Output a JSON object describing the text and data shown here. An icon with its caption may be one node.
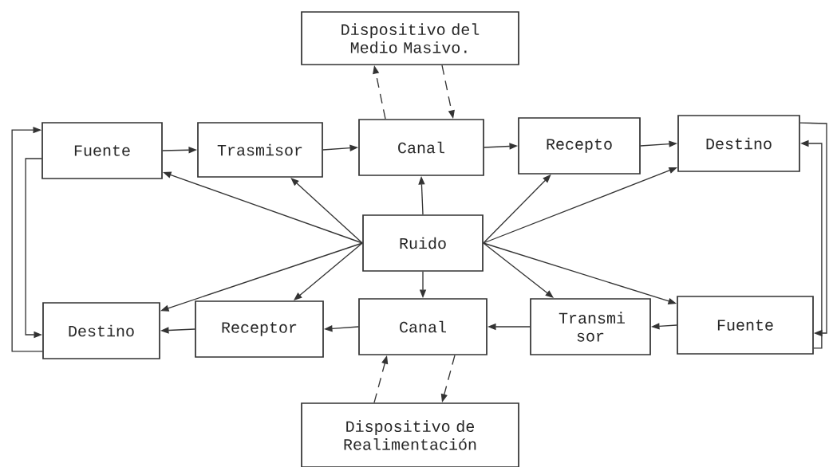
{
  "diagram": {
    "nodes": [
      {
        "text": [
          "Dispositivo del Medio Masivo."
        ]
      },
      {
        "text": [
          "Fuente"
        ]
      },
      {
        "text": [
          "Trasmisor"
        ]
      },
      {
        "text": [
          "Canal"
        ]
      },
      {
        "text": [
          "Recepto"
        ]
      },
      {
        "text": [
          "Destino"
        ]
      },
      {
        "text": [
          "Ruido"
        ]
      },
      {
        "text": [
          "Destino"
        ]
      },
      {
        "text": [
          "Receptor"
        ]
      },
      {
        "text": [
          "Canal"
        ]
      },
      {
        "text": [
          "Transmi sor"
        ]
      },
      {
        "text": [
          "Fuente"
        ]
      },
      {
        "text": [
          "Dispositivo de Realimentación"
        ]
      }
    ],
    "edges": [
      {
        "from": 1,
        "to": 2,
        "arrow": "to"
      },
      {
        "from": 2,
        "to": 3,
        "arrow": "to"
      },
      {
        "from": 3,
        "to": 4,
        "arrow": "to"
      },
      {
        "from": 4,
        "to": 5,
        "arrow": "to"
      },
      {
        "from": 3,
        "to": 0,
        "arrow": "to",
        "style": "dashed"
      },
      {
        "from": 0,
        "to": 3,
        "arrow": "to",
        "style": "dashed"
      },
      {
        "from": 6,
        "to": 1,
        "arrow": "to"
      },
      {
        "from": 6,
        "to": 2,
        "arrow": "to"
      },
      {
        "from": 6,
        "to": 3,
        "arrow": "to"
      },
      {
        "from": 6,
        "to": 4,
        "arrow": "to"
      },
      {
        "from": 6,
        "to": 5,
        "arrow": "to"
      },
      {
        "from": 6,
        "to": 7,
        "arrow": "to"
      },
      {
        "from": 6,
        "to": 8,
        "arrow": "to"
      },
      {
        "from": 6,
        "to": 9,
        "arrow": "to"
      },
      {
        "from": 6,
        "to": 10,
        "arrow": "to"
      },
      {
        "from": 6,
        "to": 11,
        "arrow": "to"
      },
      {
        "from": 11,
        "to": 10,
        "arrow": "to"
      },
      {
        "from": 10,
        "to": 9,
        "arrow": "to"
      },
      {
        "from": 9,
        "to": 8,
        "arrow": "to"
      },
      {
        "from": 8,
        "to": 7,
        "arrow": "to"
      },
      {
        "from": 7,
        "to": 1,
        "arrow": "to"
      },
      {
        "from": 1,
        "to": 7,
        "arrow": "to"
      },
      {
        "from": 5,
        "to": 11,
        "arrow": "to"
      },
      {
        "from": 11,
        "to": 5,
        "arrow": "to"
      },
      {
        "from": 12,
        "to": 9,
        "arrow": "to",
        "style": "dashed"
      },
      {
        "from": 9,
        "to": 12,
        "arrow": "to",
        "style": "dashed"
      }
    ]
  }
}
